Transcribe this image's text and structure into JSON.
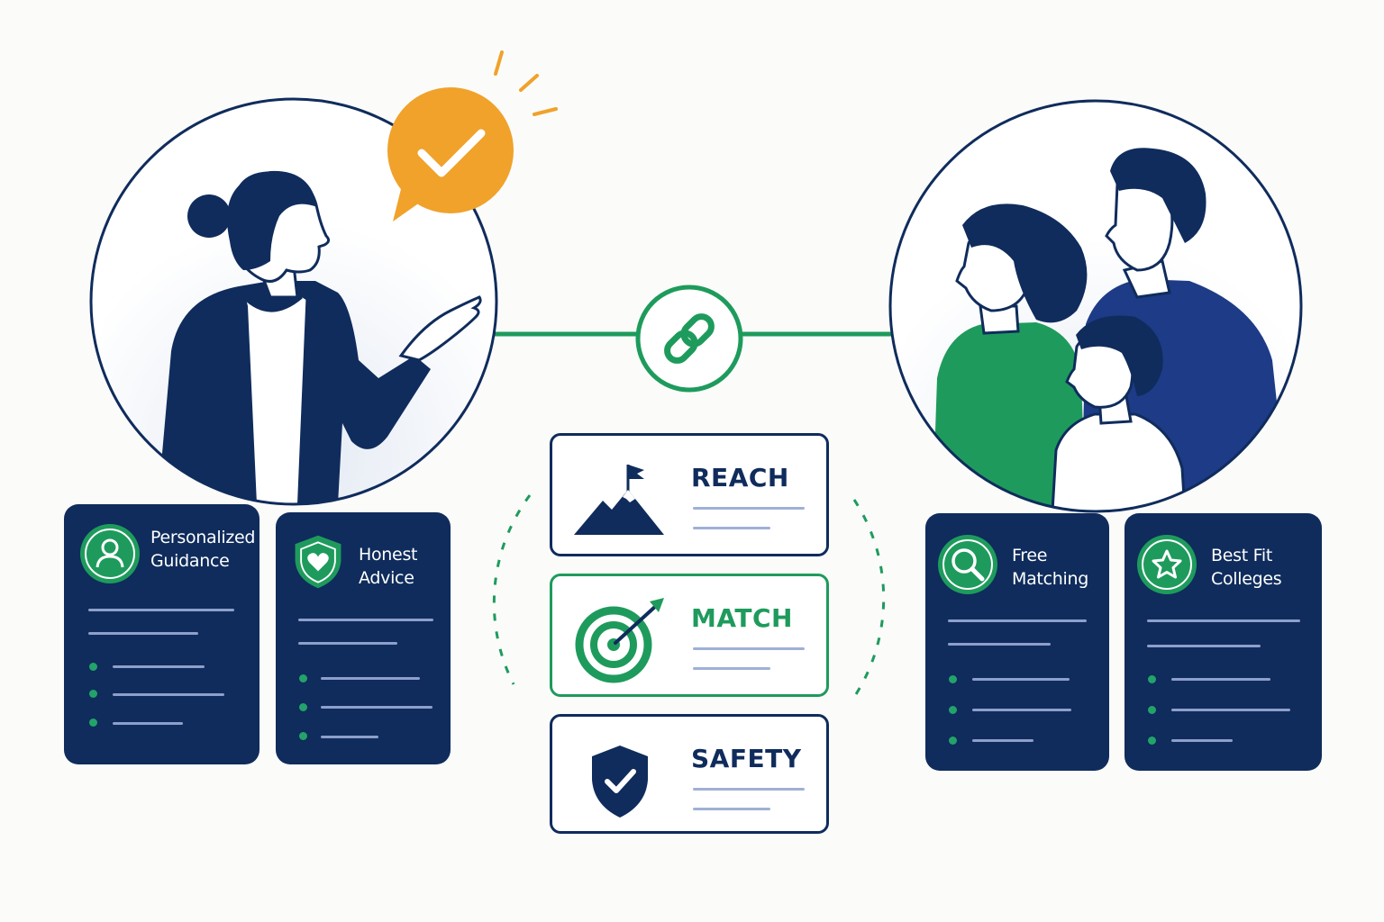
{
  "colors": {
    "navy": "#0f2c5c",
    "green": "#1e9b5c",
    "orange": "#f0a22b",
    "line": "#8e9fcb"
  },
  "connector": {
    "icon": "link-icon"
  },
  "speech_bubble": {
    "icon": "checkmark-icon"
  },
  "left_cards": [
    {
      "title": "Personalized\nGuidance",
      "icon": "user-icon"
    },
    {
      "title": "Honest\nAdvice",
      "icon": "heart-shield-icon"
    }
  ],
  "right_cards": [
    {
      "title": "Free\nMatching",
      "icon": "magnifier-icon"
    },
    {
      "title": "Best Fit\nColleges",
      "icon": "star-icon"
    }
  ],
  "tiers": [
    {
      "label": "REACH",
      "icon": "mountain-flag-icon"
    },
    {
      "label": "MATCH",
      "icon": "target-arrow-icon"
    },
    {
      "label": "SAFETY",
      "icon": "shield-check-icon"
    }
  ]
}
